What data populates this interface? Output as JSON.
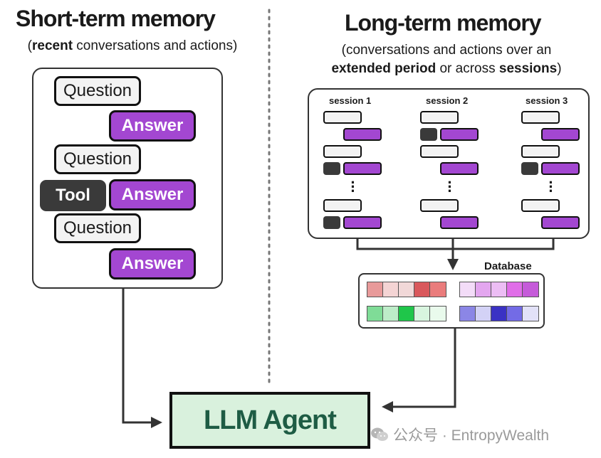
{
  "short_term": {
    "title": "Short-term memory",
    "subtitle_open": "(",
    "subtitle_bold": "recent",
    "subtitle_rest": " conversations and actions)",
    "items": [
      {
        "question": "Question",
        "answer": "Answer"
      },
      {
        "question": "Question",
        "tool": "Tool",
        "answer": "Answer"
      },
      {
        "question": "Question",
        "answer": "Answer"
      }
    ]
  },
  "long_term": {
    "title": "Long-term memory",
    "subtitle_line1": "(conversations and actions over an",
    "subtitle_bold1": "extended period",
    "subtitle_mid": " or across ",
    "subtitle_bold2": "sessions",
    "subtitle_end": ")",
    "sessions": [
      "session 1",
      "session 2",
      "session 3"
    ],
    "database_label": "Database"
  },
  "database_colors": {
    "red_row": [
      "#e89a9a",
      "#f4d4d4",
      "#f1d8d8",
      "#d9585c",
      "#ea7c7c"
    ],
    "purple_row": [
      "#f3dcf8",
      "#e3a6ef",
      "#ecbdf4",
      "#e06ee8",
      "#c55bd9"
    ],
    "green_row": [
      "#7fdc97",
      "#bdecc8",
      "#1fc64a",
      "#d8f5df",
      "#e9faec"
    ],
    "blue_row": [
      "#8b86e6",
      "#d3d2f6",
      "#3a32c4",
      "#736be6",
      "#e2e1f8"
    ]
  },
  "agent": {
    "label": "LLM Agent"
  },
  "watermark": {
    "text": "公众号 · EntropyWealth",
    "icon": "wechat-icon"
  },
  "colors": {
    "answer": "#a347d1",
    "tool": "#3a3a3a",
    "agent_bg": "#d9f1dd",
    "agent_text": "#1e5c44"
  }
}
